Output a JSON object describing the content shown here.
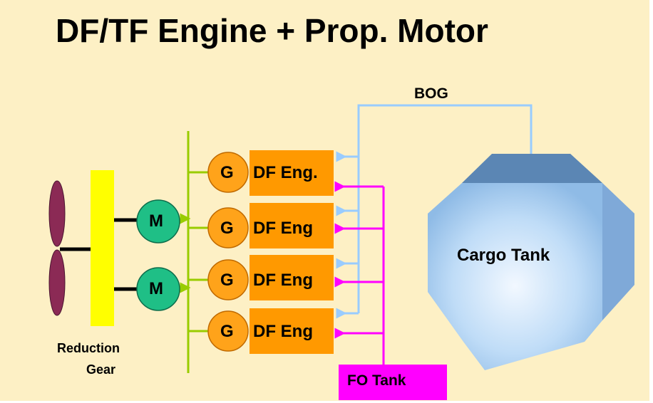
{
  "slide": {
    "title": "DF/TF Engine + Prop. Motor",
    "bog_label": "BOG",
    "cargo_tank_label": "Cargo Tank",
    "fo_tank_label": "FO Tank",
    "reduction_gear_label_line1": "Reduction",
    "reduction_gear_label_line2": "Gear",
    "engines": [
      {
        "generator": "G",
        "engine": "DF Eng."
      },
      {
        "generator": "G",
        "engine": "DF Eng"
      },
      {
        "generator": "G",
        "engine": "DF Eng"
      },
      {
        "generator": "G",
        "engine": "DF Eng"
      }
    ],
    "motors": [
      {
        "label": "M"
      },
      {
        "label": "M"
      }
    ]
  },
  "colors": {
    "background": "#fdf0c5",
    "engine_block": "#ff9900",
    "generator": "#ffa31a",
    "motor": "#1fbf86",
    "reduction_gear": "#ffff00",
    "propeller": "#8b2a55",
    "bus_line": "#99cc00",
    "bog_line": "#99ccff",
    "fo_line": "#ff00ff",
    "fo_tank": "#ff00ff",
    "cargo_tank": "#a6d0f5"
  }
}
